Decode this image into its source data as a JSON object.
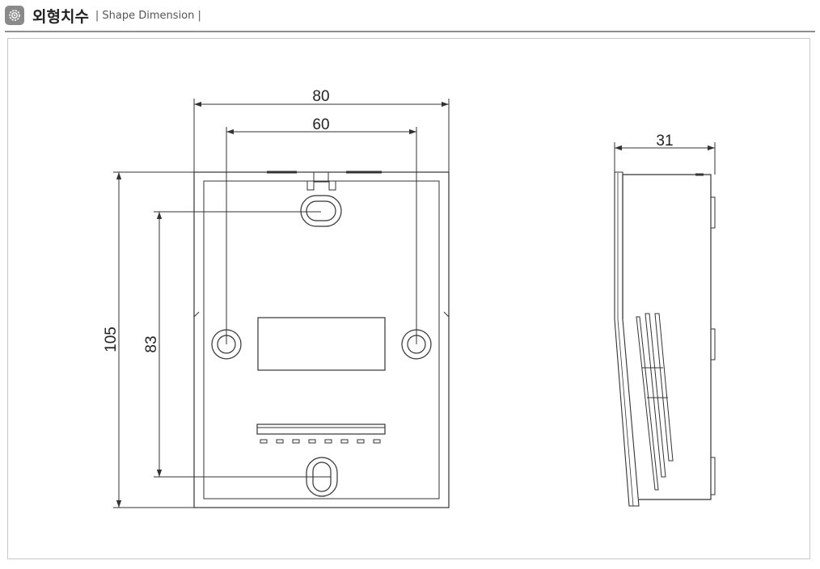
{
  "header": {
    "icon": "gear-icon",
    "title_ko": "외형치수",
    "title_en": "| Shape Dimension |"
  },
  "dimensions": {
    "width_outer": "80",
    "width_holes": "60",
    "height_outer": "105",
    "height_holes": "83",
    "depth": "31"
  },
  "colors": {
    "line": "#333333",
    "rule": "#8f8f8f",
    "panel_border": "#c9c9c9"
  }
}
